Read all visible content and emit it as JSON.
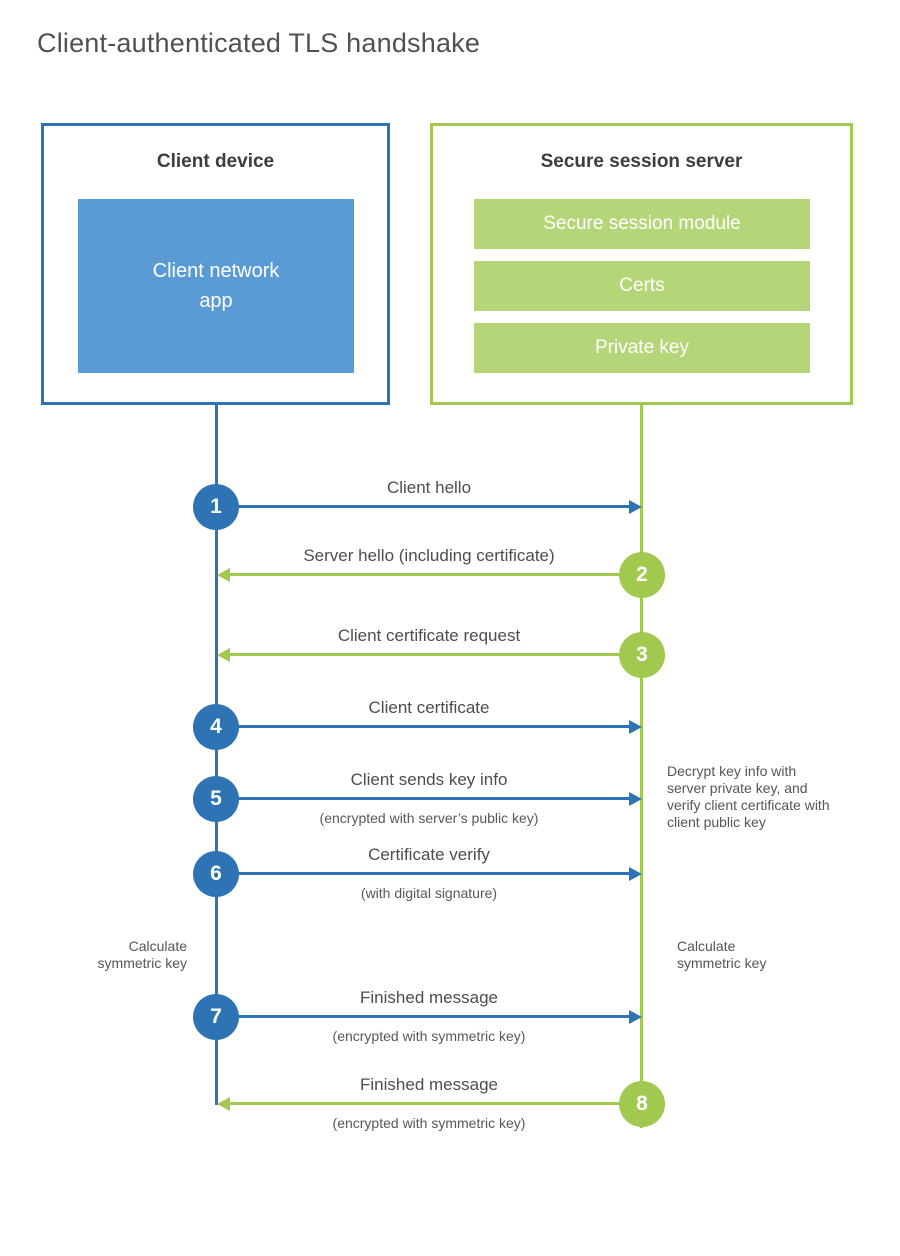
{
  "page": {
    "title": "Client-authenticated TLS handshake"
  },
  "colors": {
    "blue": "#2e74b5",
    "blue_light": "#5b9bd5",
    "green": "#a2c94f",
    "green_light": "#b5d678"
  },
  "client": {
    "title": "Client device",
    "app_label": "Client network app"
  },
  "server": {
    "title": "Secure session server",
    "modules": [
      "Secure session module",
      "Certs",
      "Private key"
    ]
  },
  "steps": [
    {
      "number": "1",
      "label": "Client hello",
      "sublabel": "",
      "from": "client",
      "to": "server"
    },
    {
      "number": "2",
      "label": "Server hello (including certificate)",
      "sublabel": "",
      "from": "server",
      "to": "client"
    },
    {
      "number": "3",
      "label": "Client certificate request",
      "sublabel": "",
      "from": "server",
      "to": "client"
    },
    {
      "number": "4",
      "label": "Client certificate",
      "sublabel": "",
      "from": "client",
      "to": "server"
    },
    {
      "number": "5",
      "label": "Client sends key info",
      "sublabel": "(encrypted with server’s public key)",
      "from": "client",
      "to": "server"
    },
    {
      "number": "6",
      "label": "Certificate verify",
      "sublabel": "(with digital signature)",
      "from": "client",
      "to": "server"
    },
    {
      "number": "7",
      "label": "Finished message",
      "sublabel": "(encrypted with symmetric key)",
      "from": "client",
      "to": "server"
    },
    {
      "number": "8",
      "label": "Finished message",
      "sublabel": "(encrypted with symmetric key)",
      "from": "server",
      "to": "client"
    }
  ],
  "notes": {
    "decrypt": "Decrypt key info with server private key, and verify client certificate with client public key",
    "calc_left": "Calculate symmetric key",
    "calc_right": "Calculate symmetric key"
  }
}
